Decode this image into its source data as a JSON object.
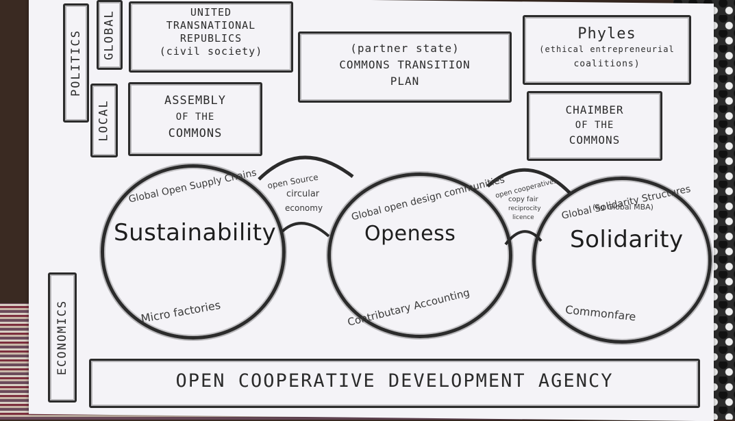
{
  "politics": {
    "label": "POLITICS",
    "global_label": "GLOBAL",
    "local_label": "LOCAL"
  },
  "economics_label": "ECONOMICS",
  "boxes": {
    "utr_line1": "UNITED",
    "utr_line2": "TRANSNATIONAL",
    "utr_line3": "REPUBLICS",
    "utr_line4": "(civil society)",
    "partner_line1": "(partner state)",
    "partner_line2": "COMMONS TRANSITION",
    "partner_line3": "PLAN",
    "phyles_line1": "Phyles",
    "phyles_line2": "(ethical entrepreneurial",
    "phyles_line3": "coalitions)",
    "assembly_line1": "ASSEMBLY",
    "assembly_line2": "OF THE",
    "assembly_line3": "COMMONS",
    "chamber_line1": "CHAIMBER",
    "chamber_line2": "OF THE",
    "chamber_line3": "COMMONS"
  },
  "circles": {
    "sustainability": "Sustainability",
    "openess": "Openess",
    "solidarity": "Solidarity",
    "sustain_top": "Global Open Supply Chains",
    "sustain_bottom": "Micro factories",
    "open_top": "Global open design communities",
    "open_bottom": "Contributary Accounting",
    "solid_top": "Global Solidarity Structures",
    "solid_sub": "(eg Global MBA)",
    "solid_bottom": "Commonfare"
  },
  "bridges": {
    "left_line1": "open Source",
    "left_line2": "circular",
    "left_line3": "economy",
    "right_line1": "open cooperatives",
    "right_line2": "copy fair",
    "right_line3": "reciprocity",
    "right_line4": "licence"
  },
  "agency": "OPEN COOPERATIVE DEVELOPMENT AGENCY"
}
